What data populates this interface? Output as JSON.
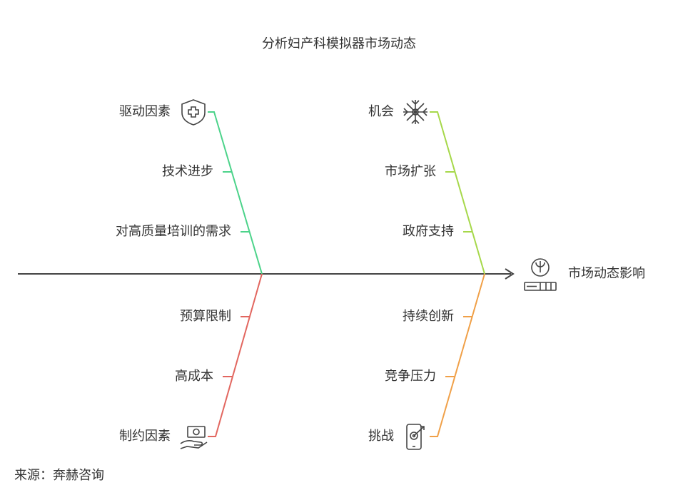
{
  "title": "分析妇产科模拟器市场动态",
  "effect": {
    "label": "市场动态影响",
    "icon": "psychology-book-icon"
  },
  "categories": [
    {
      "label": "驱动因素",
      "icon": "shield-plus-icon",
      "color": "#4cd38a",
      "causes": [
        "技术进步",
        "对高质量培训的需求"
      ]
    },
    {
      "label": "机会",
      "icon": "snowflake-icon",
      "color": "#a6d84a",
      "causes": [
        "市场扩张",
        "政府支持"
      ]
    },
    {
      "label": "制约因素",
      "icon": "cash-hand-icon",
      "color": "#e2665f",
      "causes": [
        "预算限制",
        "高成本"
      ]
    },
    {
      "label": "挑战",
      "icon": "phone-target-icon",
      "color": "#f0a048",
      "causes": [
        "持续创新",
        "竞争压力"
      ]
    }
  ],
  "source": "来源：奔赫咨询"
}
